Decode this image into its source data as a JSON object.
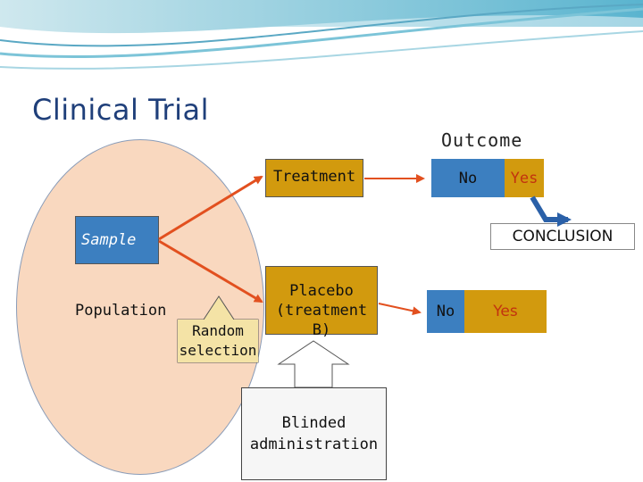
{
  "title": "Clinical Trial",
  "population_label": "Population",
  "sample_label": "Sample",
  "random_selection": [
    "Random",
    "selection"
  ],
  "treatment_label": "Treatment",
  "placebo_label": [
    "Placebo",
    "(treatment B)"
  ],
  "blinded_label": [
    "Blinded",
    "administration"
  ],
  "outcome_label": "Outcome",
  "outcome_top": {
    "no": "No",
    "yes": "Yes"
  },
  "conclusion_label": "CONCLUSION",
  "outcome_bottom": {
    "no": "No",
    "yes": "Yes"
  },
  "colors": {
    "population_fill": "#f9d8bf",
    "sample_fill": "#3c7fc0",
    "treatment_fill": "#d29a0e",
    "arrow": "#e2501f",
    "random_fill": "#f4e3a6",
    "yes_text": "#c2330f",
    "conclusion_arrow": "#2a60a8"
  }
}
